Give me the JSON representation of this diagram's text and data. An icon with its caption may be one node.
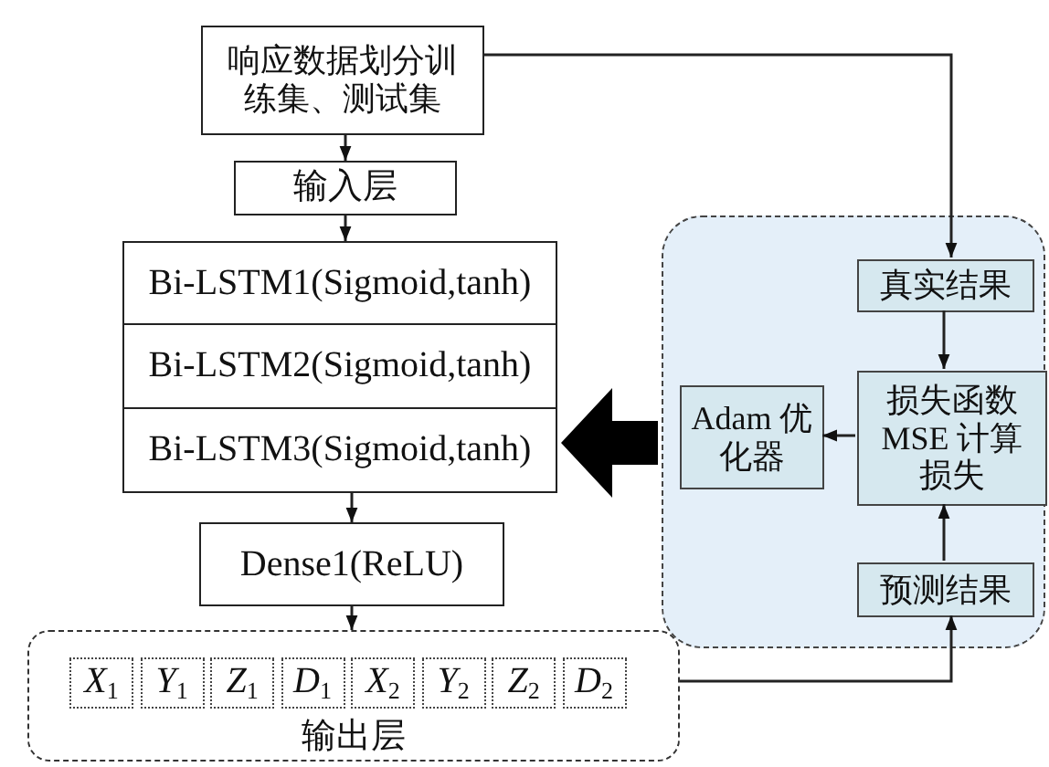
{
  "diagram": {
    "nodes": [
      {
        "text": [
          "响应数据划分训练集、测试集"
        ]
      },
      {
        "text": [
          "输入层"
        ]
      },
      {
        "text": [
          "Bi-LSTM1(Sigmoid,tanh)"
        ]
      },
      {
        "text": [
          "Bi-LSTM2(Sigmoid,tanh)"
        ]
      },
      {
        "text": [
          "Bi-LSTM3(Sigmoid,tanh)"
        ]
      },
      {
        "text": [
          "Dense1(ReLU)"
        ]
      },
      {
        "text": [
          "输出层"
        ]
      },
      {
        "text": [
          "*X*$_{1}$"
        ],
        "in": 6
      },
      {
        "text": [
          "*Y*$_{1}$"
        ],
        "in": 6
      },
      {
        "text": [
          "*Z*$_{1}$"
        ],
        "in": 6
      },
      {
        "text": [
          "*D*$_{1}$"
        ],
        "in": 6
      },
      {
        "text": [
          "*X*$_{2}$"
        ],
        "in": 6
      },
      {
        "text": [
          "*Y*$_{2}$"
        ],
        "in": 6
      },
      {
        "text": [
          "*Z*$_{2}$"
        ],
        "in": 6
      },
      {
        "text": [
          "*D*$_{2}$"
        ],
        "in": 6
      },
      {
        "text": [],
        "shape": "box"
      },
      {
        "text": [
          "真实结果"
        ],
        "in": 15
      },
      {
        "text": [
          "Adam 优化器"
        ],
        "in": 15
      },
      {
        "text": [
          "损失函数 MSE 计算损失"
        ],
        "in": 15
      },
      {
        "text": [
          "预测结果"
        ],
        "in": 15
      }
    ],
    "edges": [
      {
        "from": 0,
        "to": 1,
        "arrow": "to"
      },
      {
        "from": 1,
        "to": 2,
        "arrow": "to"
      },
      {
        "from": 4,
        "to": 5,
        "arrow": "to"
      },
      {
        "from": 5,
        "to": 6,
        "arrow": "to"
      },
      {
        "from": 0,
        "to": 16,
        "arrow": "to"
      },
      {
        "from": 16,
        "to": 18,
        "arrow": "to"
      },
      {
        "from": 18,
        "to": 17,
        "arrow": "to"
      },
      {
        "from": 19,
        "to": 18,
        "arrow": "to"
      },
      {
        "from": 6,
        "to": 19,
        "arrow": "to"
      },
      {
        "from": 15,
        "to": 4,
        "arrow": "to",
        "style": "thick"
      }
    ]
  }
}
